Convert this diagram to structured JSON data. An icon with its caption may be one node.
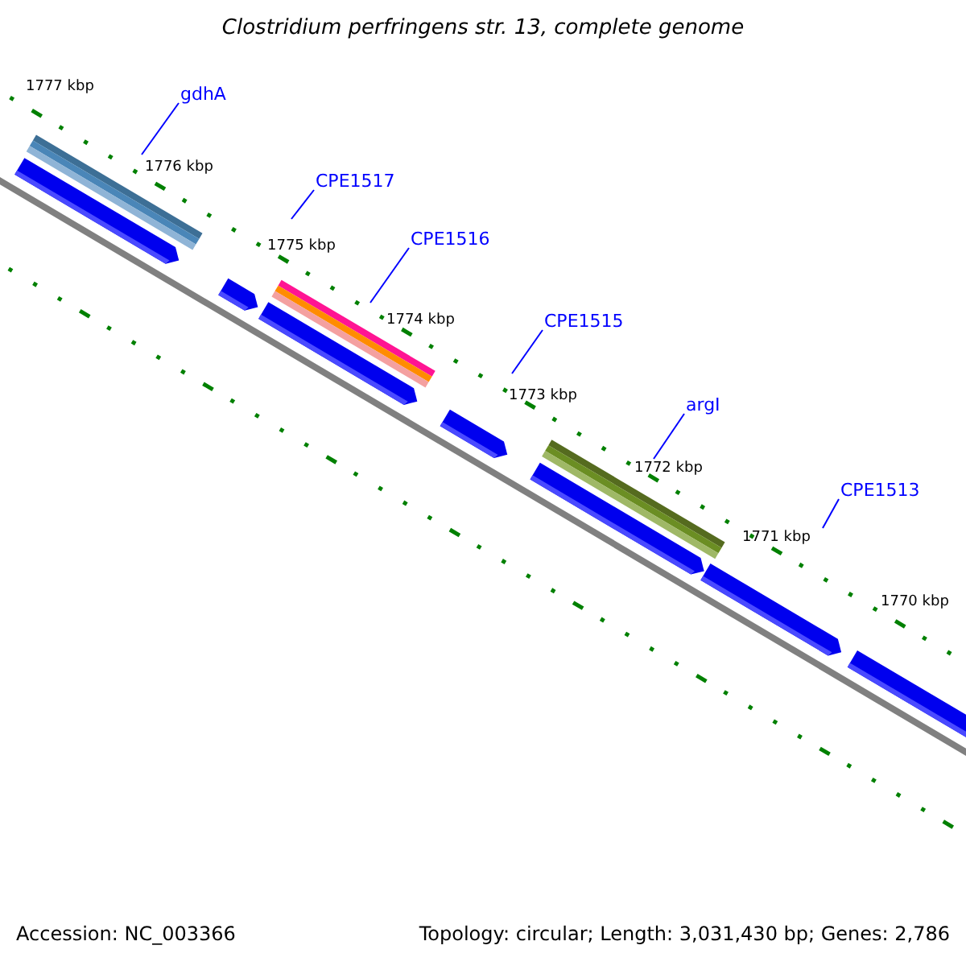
{
  "diagram": {
    "title": "Clostridium perfringens str. 13, complete genome",
    "nodes": [
      {
        "text": [
          "gdhA"
        ]
      },
      {
        "text": [
          "CPE1517"
        ]
      },
      {
        "text": [
          "CPE1516"
        ]
      },
      {
        "text": [
          "CPE1515"
        ]
      },
      {
        "text": [
          "argI"
        ]
      },
      {
        "text": [
          "CPE1513"
        ]
      }
    ],
    "edges": [
      {
        "from": 0,
        "to": null,
        "arrow": "none"
      },
      {
        "from": 1,
        "to": null,
        "arrow": "none"
      },
      {
        "from": 2,
        "to": null,
        "arrow": "none"
      },
      {
        "from": 3,
        "to": null,
        "arrow": "none"
      },
      {
        "from": 4,
        "to": null,
        "arrow": "none"
      },
      {
        "from": 5,
        "to": null,
        "arrow": "none"
      }
    ],
    "labels": [
      "1777 kbp",
      "1776 kbp",
      "1775 kbp",
      "1774 kbp",
      "1773 kbp",
      "1772 kbp",
      "1771 kbp",
      "1770 kbp",
      "Accession: NC_003366",
      "Topology: circular; Length: 3,031,430 bp; Genes: 2,786"
    ]
  }
}
